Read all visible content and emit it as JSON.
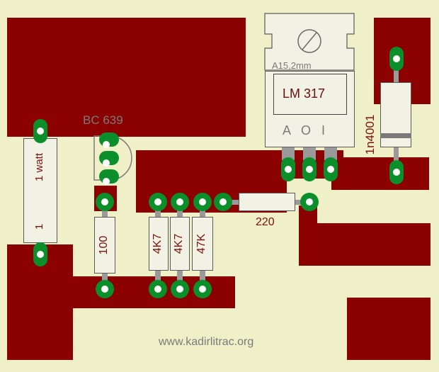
{
  "components": {
    "regulator": {
      "label": "LM 317",
      "heatsink": "A15,2mm",
      "pins": "A O I"
    },
    "transistor": {
      "label": "BC 639"
    },
    "diode": {
      "label": "1n4001"
    },
    "resistor_power": {
      "label1": "1 watt",
      "label2": "1"
    },
    "r100": {
      "label": "100"
    },
    "r4k7a": {
      "label": "4K7"
    },
    "r4k7b": {
      "label": "4K7"
    },
    "r47k": {
      "label": "47K"
    },
    "r220": {
      "label": "220"
    }
  },
  "footer": {
    "url": "www.kadirlitrac.org"
  },
  "colors": {
    "copper": "#8b0000",
    "board": "#f0f0c8",
    "pad": "#0a8f2a"
  }
}
